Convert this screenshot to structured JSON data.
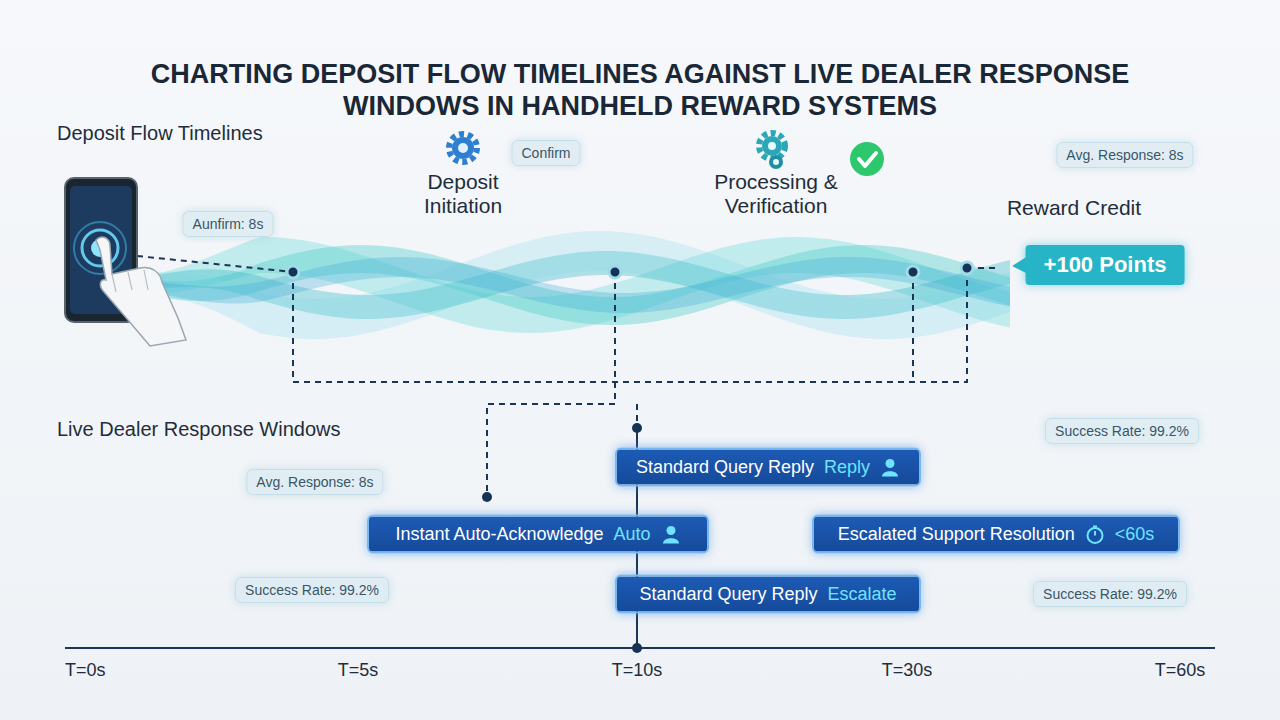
{
  "diagram": {
    "title": "CHARTING DEPOSIT FLOW TIMELINES AGAINST LIVE DEALER RESPONSE WINDOWS IN HANDHELD REWARD SYSTEMS",
    "nodes": [
      {
        "text": [
          "Confirm"
        ]
      },
      {
        "text": [
          "Avg. Response: 8s"
        ]
      },
      {
        "text": [
          "Aunfirm: 8s"
        ]
      },
      {
        "text": [
          "+100 Points"
        ]
      },
      {
        "text": [
          "Success Rate: 99.2%"
        ]
      },
      {
        "text": [
          "Standard Query Reply",
          "Reply"
        ]
      },
      {
        "text": [
          "Avg. Response: 8s"
        ]
      },
      {
        "text": [
          "Instant Auto-Acknowledge",
          "Auto"
        ]
      },
      {
        "text": [
          "Escalated Support Resolution",
          "<60s"
        ]
      },
      {
        "text": [
          "Success Rate: 99.2%"
        ]
      },
      {
        "text": [
          "Standard Query Reply",
          "Escalate"
        ]
      },
      {
        "text": [
          "Success Rate: 99.2%"
        ]
      }
    ],
    "labels": [
      "Deposit Flow Timelines",
      "Deposit Initiation",
      "Processing & Verification",
      "Reward Credit",
      "Live Dealer Response Windows",
      "T=0s",
      "T=5s",
      "T=10s",
      "T=30s",
      "T=60s"
    ]
  }
}
